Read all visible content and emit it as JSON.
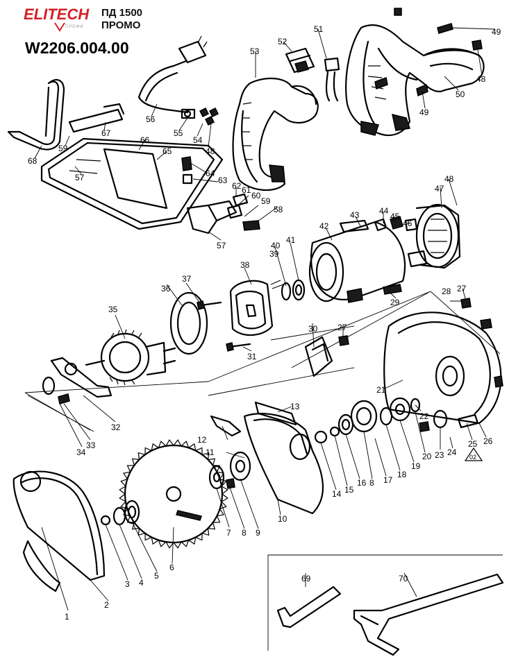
{
  "header": {
    "brand": "ELITECH",
    "brand_sub": "ПРОФИ",
    "model_line1": "ПД 1500",
    "model_line2": "ПРОМО",
    "doc_code": "W2206.004.00"
  },
  "colors": {
    "brand_red": "#d61f26",
    "line": "#000000",
    "background": "#ffffff"
  },
  "callouts": {
    "p1": "1",
    "p2": "2",
    "p3": "3",
    "p4": "4",
    "p5": "5",
    "p6": "6",
    "p7": "7",
    "p8a": "8",
    "p8b": "8",
    "p9": "9",
    "p10": "10",
    "p11": "11",
    "p12": "12",
    "p13": "13",
    "p14": "14",
    "p15": "15",
    "p16": "16",
    "p17": "17",
    "p18": "18",
    "p19": "19",
    "p20": "20",
    "p21": "21",
    "p22": "22",
    "p23": "23",
    "p24": "24",
    "p25": "25",
    "p26": "26",
    "p27a": "27",
    "p27b": "27",
    "p28": "28",
    "p29": "29",
    "p30": "30",
    "p31": "31",
    "p32": "32",
    "p33": "33",
    "p34": "34",
    "p35": "35",
    "p36": "36",
    "p37": "37",
    "p38": "38",
    "p39": "39",
    "p40": "40",
    "p41": "41",
    "p42": "42",
    "p43": "43",
    "p44": "44",
    "p45": "45",
    "p46": "46",
    "p47": "47",
    "p48a": "48",
    "p48b": "48",
    "p48c": "48",
    "p49a": "49",
    "p49b": "49",
    "p50": "50",
    "p51": "51",
    "p52": "52",
    "p53": "53",
    "p54": "54",
    "p55": "55",
    "p56": "56",
    "p57a": "57",
    "p57b": "57",
    "p58": "58",
    "p59a": "59",
    "p59b": "59",
    "p60": "60",
    "p61": "61",
    "p62": "62",
    "p63": "63",
    "p64": "64",
    "p65": "65",
    "p66": "66",
    "p67": "67",
    "p68": "68",
    "p69": "69",
    "p70": "70",
    "p02": "02"
  }
}
